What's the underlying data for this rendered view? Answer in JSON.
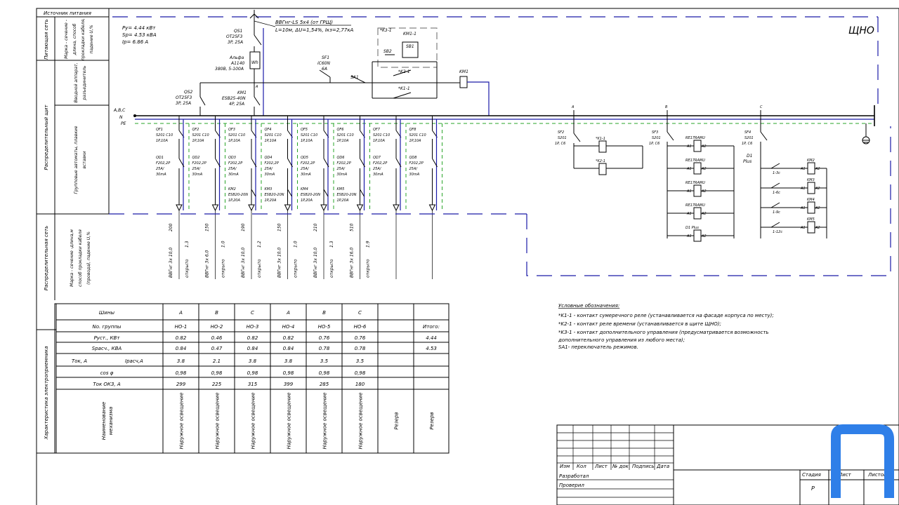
{
  "sheet_title": "ЩНО",
  "left_labels": {
    "power_header": "Источник питания",
    "supply_net": "Питающая сеть",
    "supply_desc": "Марка - сечение - длина, способ прокладки кабеля, падение U,%",
    "dist_board": "Распределительный щит",
    "input_breaker": "Вводной аппарат, разъединитель",
    "group_breakers": "Групповые автоматы, плавкие вставки",
    "dist_net": "Распределительная сеть",
    "dist_desc": "Марка - сечение -длина,м способ прокладки кабеля (провода), падение U,%",
    "characteristics": "Характеристика электроприемника"
  },
  "power": {
    "py": "Py= 4.44 кВт",
    "sp": "Sp= 4.53 кВА",
    "ip": "Ip= 6.86 A"
  },
  "feeder": {
    "cable": "ВВГнг-LS 5х4 (от ГРЩ)",
    "params": "L=10м, ΔU=1,54%, Iкз=2,77кА"
  },
  "qs1": [
    "QS1",
    "OT25F3",
    "3P, 25A"
  ],
  "meter": [
    "Альфа",
    "A1140",
    "380В, 5-100А"
  ],
  "meter_symbol": "Wh",
  "qs2": [
    "QS2",
    "OT25F3",
    "3P, 25A"
  ],
  "km1_main": [
    "KM1",
    "ESB25-40N",
    "4P, 25A"
  ],
  "sf1": [
    "SF1",
    "iC60N",
    "6A"
  ],
  "sa1": "SA1",
  "km1_coil": "KM1",
  "k3_1": "*K3-1",
  "km1_1": "KM1-1",
  "sb1": "SB1",
  "sb2": "SB2",
  "k2_1": "*K2-1",
  "k1_1": "*K1-1",
  "bus": {
    "abc": "A,B,C",
    "n": "N",
    "pe": "PE"
  },
  "groups": [
    {
      "qf": [
        "QF1",
        "S201 C10",
        "1P,10A"
      ],
      "qd": [
        "QD1",
        "F202,2P",
        "25A/",
        "30mA"
      ],
      "km": [],
      "len": "200",
      "cable": "ВВГнг 3х 10,0",
      "drop": "1.3",
      "method": "открыто"
    },
    {
      "qf": [
        "QF2",
        "S201 C10",
        "1P,10A"
      ],
      "qd": [
        "QD2",
        "F202,2P",
        "25A/",
        "30mA"
      ],
      "km": [],
      "len": "150",
      "cable": "ВВГнг 3х 6,0",
      "drop": "1.0",
      "method": "открыто"
    },
    {
      "qf": [
        "QF3",
        "S201 C10",
        "1P,10A"
      ],
      "qd": [
        "QD3",
        "F202,2P",
        "25A/",
        "30mA"
      ],
      "km": [
        "KM2",
        "ESB20-20N",
        "1P,20A"
      ],
      "len": "190",
      "cable": "ВВГнг 3х 10,0",
      "drop": "1.2",
      "method": "открыто"
    },
    {
      "qf": [
        "QF4",
        "S201 C10",
        "1P,10A"
      ],
      "qd": [
        "QD4",
        "F202,2P",
        "25A/",
        "30mA"
      ],
      "km": [
        "KM3",
        "ESB20-20N",
        "1P,20A"
      ],
      "len": "150",
      "cable": "ВВГнг 3х 10,0",
      "drop": "1.0",
      "method": "открыто"
    },
    {
      "qf": [
        "QF5",
        "S201 C10",
        "1P,10A"
      ],
      "qd": [
        "QD5",
        "F202,2P",
        "25A/",
        "30mA"
      ],
      "km": [
        "KM4",
        "ESB20-20N",
        "1P,20A"
      ],
      "len": "210",
      "cable": "ВВГнг 3х 10,0",
      "drop": "1.3",
      "method": "открыто"
    },
    {
      "qf": [
        "QF6",
        "S201 C10",
        "1P,10A"
      ],
      "qd": [
        "QD6",
        "F202,2P",
        "25A/",
        "30mA"
      ],
      "km": [
        "KM5",
        "ESB20-20N",
        "1P,20A"
      ],
      "len": "510",
      "cable": "ВВГнг 3х 16,0",
      "drop": "1.9",
      "method": "открыто"
    },
    {
      "qf": [
        "QF7",
        "S201 C10",
        "1P,10A"
      ],
      "qd": [
        "QD7",
        "F202,2P",
        "25A/",
        "30mA"
      ],
      "km": [],
      "len": "",
      "cable": "",
      "drop": "",
      "method": ""
    },
    {
      "qf": [
        "QF8",
        "S201 C10",
        "1P,10A"
      ],
      "qd": [
        "QD8",
        "F202,2P",
        "25A/",
        "30mA"
      ],
      "km": [],
      "len": "",
      "cable": "",
      "drop": "",
      "method": ""
    }
  ],
  "phase_marks": [
    "A",
    "B",
    "C"
  ],
  "control": {
    "sf2": [
      "SF2",
      "S201",
      "1P, C6"
    ],
    "sf3": [
      "SF3",
      "S201",
      "1P, C6"
    ],
    "sf4": [
      "SF4",
      "S201",
      "1P, C6"
    ],
    "k1_coil": "*K1-1",
    "k2_coil": "*K2-1",
    "relays": [
      "RE17RAMU",
      "RE17RAMU",
      "RE17RAMU",
      "RE17RAMU",
      "D1 Plus"
    ],
    "d1plus": [
      "D1",
      "Plus"
    ],
    "km_coils": [
      "KM2",
      "KM3",
      "KM4",
      "KM5"
    ],
    "contacts": [
      "1-3c",
      "1-6c",
      "1-9c",
      "1-12c"
    ],
    "a1": "A1",
    "a2": "A2"
  },
  "legend": {
    "title": "Условные обозначения:",
    "lines": [
      "*K1-1 - контакт сумеречного реле (устанавливается на фасаде корпуса по месту);",
      "*K2-1 - контакт реле времени (устанавливается в   щите ЩНО);",
      "*K3-1 - контакт дополнительного управления (предусматривается возможность",
      "дополнительного управления из любого места);",
      "SA1- переключатель режимов."
    ]
  },
  "table": {
    "row_labels": {
      "bus": "Шины",
      "group_no": "No. группы",
      "pust": "Руст., КВт",
      "srasch": "Sрасч., КВА",
      "tok": "Ток, А",
      "irasch": "Iрасч,А",
      "cos": "cos φ",
      "tok_kz": "Ток ОКЗ, А",
      "name": "Наименование механизма"
    },
    "columns": [
      {
        "bus": "A",
        "no": "НО-1",
        "pust": "0.82",
        "srasch": "0.84",
        "irasch": "3.8",
        "cos": "0,98",
        "kz": "299",
        "name": "Наружное освещение"
      },
      {
        "bus": "B",
        "no": "НО-2",
        "pust": "0.46",
        "srasch": "0.47",
        "irasch": "2.1",
        "cos": "0,98",
        "kz": "225",
        "name": "Наружное освещение"
      },
      {
        "bus": "C",
        "no": "НО-3",
        "pust": "0.82",
        "srasch": "0.84",
        "irasch": "3.8",
        "cos": "0,98",
        "kz": "315",
        "name": "Наружное освещение"
      },
      {
        "bus": "A",
        "no": "НО-4",
        "pust": "0.82",
        "srasch": "0.84",
        "irasch": "3.8",
        "cos": "0,98",
        "kz": "399",
        "name": "Наружное освещение"
      },
      {
        "bus": "B",
        "no": "НО-5",
        "pust": "0.76",
        "srasch": "0.78",
        "irasch": "3.5",
        "cos": "0,98",
        "kz": "285",
        "name": "Наружное освещение"
      },
      {
        "bus": "C",
        "no": "НО-6",
        "pust": "0.76",
        "srasch": "0.78",
        "irasch": "3.5",
        "cos": "0,98",
        "kz": "180",
        "name": "Наружное освещение"
      },
      {
        "bus": "",
        "no": "",
        "pust": "",
        "srasch": "",
        "irasch": "",
        "cos": "",
        "kz": "",
        "name": "Резерв"
      },
      {
        "bus": "",
        "no": "Итого:",
        "pust": "4.44",
        "srasch": "4.53",
        "irasch": "",
        "cos": "",
        "kz": "",
        "name": "Резерв"
      }
    ]
  },
  "stamp": {
    "headers": [
      "Изм",
      "Кол",
      "Лист",
      "№ док",
      "Подпись",
      "Дата"
    ],
    "developed": "Разработал",
    "checked": "Проверил",
    "stage": "Стадия",
    "sheet": "Лист",
    "sheets": "Листов",
    "stage_value": "Р"
  },
  "colors": {
    "blue_bus": "#1a1aa8",
    "pe_green": "#2aa52a",
    "logo_blue": "#2f7fe8"
  }
}
